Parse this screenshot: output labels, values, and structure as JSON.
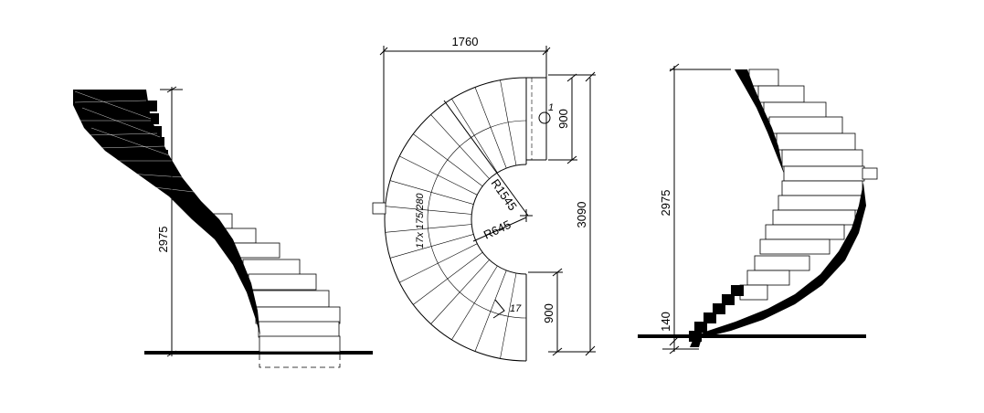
{
  "plan": {
    "width_label": "1760",
    "depth_label": "3090",
    "landing_top_label": "900",
    "landing_bottom_label": "900",
    "outer_radius_label": "R1545",
    "inner_radius_label": "R645",
    "steps_label": "17x 175/280",
    "first_step_label": "1",
    "last_step_label": "17"
  },
  "elevation_left": {
    "height_label": "2975"
  },
  "elevation_right": {
    "height_label": "2975",
    "floor_offset_label": "140"
  },
  "colors": {
    "line": "#000000",
    "background": "#ffffff",
    "stringer": "#000000"
  }
}
